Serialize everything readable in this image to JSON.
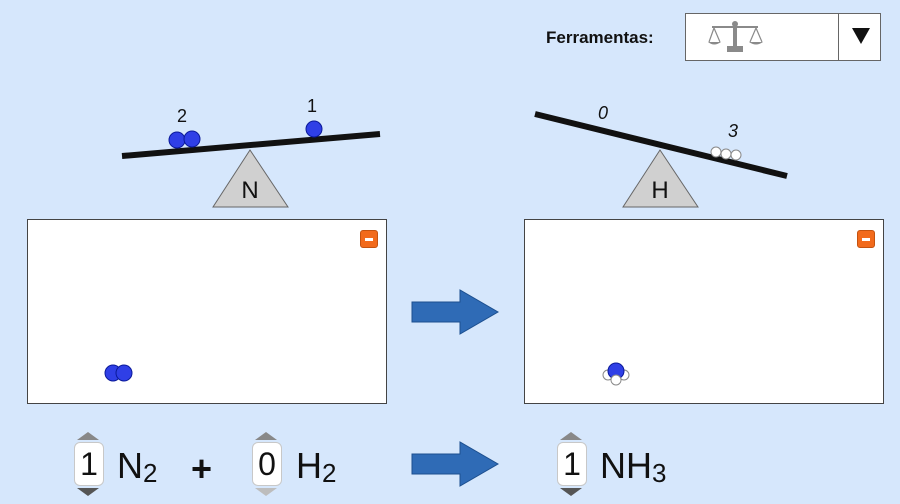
{
  "toolbar": {
    "tools_label": "Ferramentas:",
    "selected_tool_icon": "balance-scale-icon"
  },
  "balances": {
    "nitrogen": {
      "element": "N",
      "left_count": "2",
      "right_count": "1"
    },
    "hydrogen": {
      "element": "H",
      "left_count": "0",
      "right_count": "3"
    }
  },
  "equation": {
    "reactant1": {
      "coefficient": "1",
      "symbol": "N",
      "subscript": "2"
    },
    "plus": "+",
    "reactant2": {
      "coefficient": "0",
      "symbol": "H",
      "subscript": "2"
    },
    "product1": {
      "coefficient": "1",
      "symbol": "NH",
      "subscript": "3"
    }
  },
  "colors": {
    "background": "#d6e7fc",
    "nitrogen_atom": "#2f3fe6",
    "hydrogen_atom": "#ffffff",
    "arrow": "#2f6bb6",
    "minimize_button": "#f26a1b"
  }
}
